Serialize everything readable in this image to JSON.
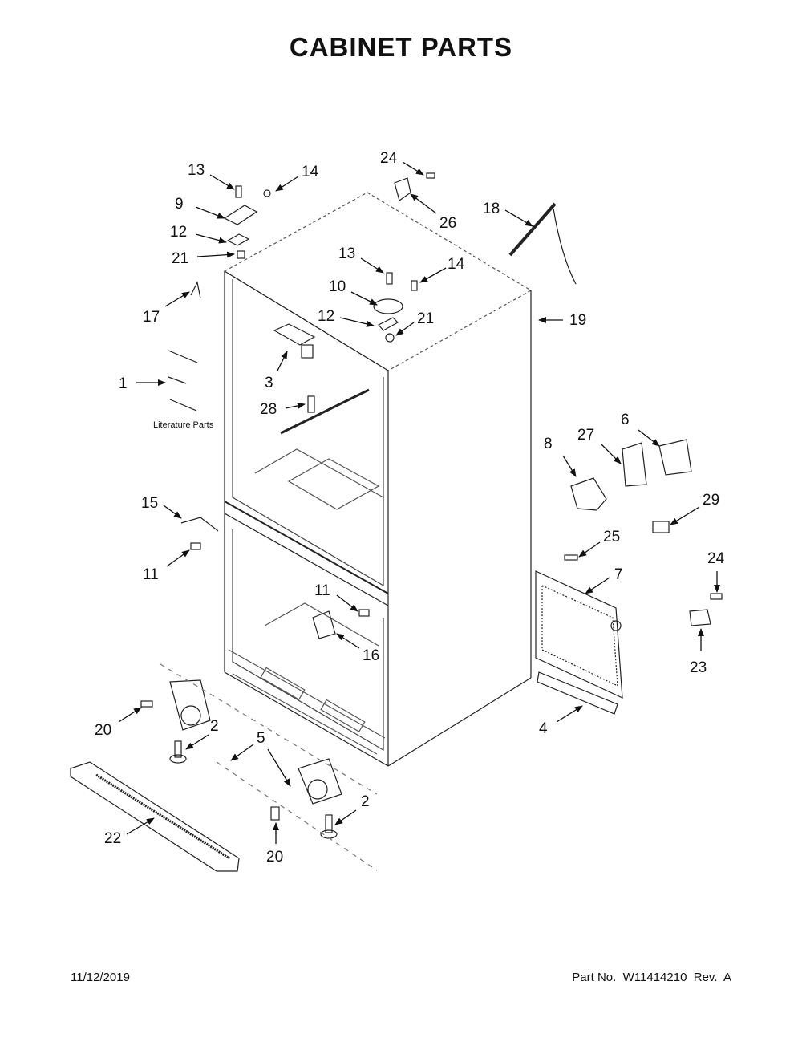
{
  "title": "CABINET PARTS",
  "footer": {
    "date": "11/12/2019",
    "part_number": "Part No.  W11414210  Rev.  A"
  },
  "literature_label": "Literature Parts",
  "callouts": [
    "13",
    "14",
    "9",
    "12",
    "21",
    "17",
    "1",
    "24",
    "26",
    "18",
    "13",
    "14",
    "10",
    "12",
    "21",
    "19",
    "3",
    "28",
    "15",
    "11",
    "11",
    "16",
    "8",
    "27",
    "6",
    "29",
    "25",
    "7",
    "24",
    "23",
    "4",
    "20",
    "2",
    "5",
    "22",
    "2",
    "20"
  ]
}
